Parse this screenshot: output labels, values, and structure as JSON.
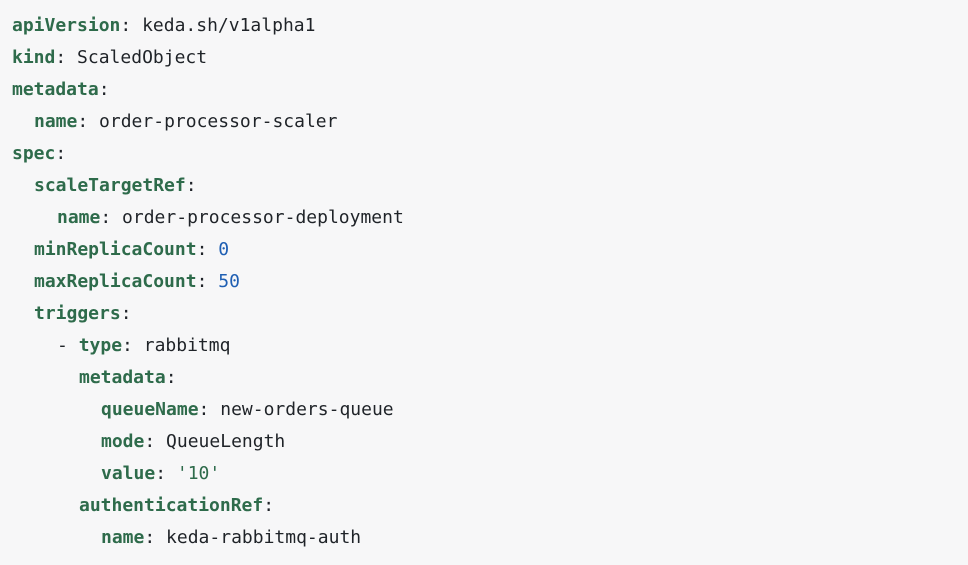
{
  "lines": [
    {
      "key": "apiVersion",
      "value": "keda.sh/v1alpha1"
    },
    {
      "key": "kind",
      "value": "ScaledObject"
    },
    {
      "key": "metadata",
      "value": ""
    },
    {
      "key": "name",
      "value": "order-processor-scaler"
    },
    {
      "key": "spec",
      "value": ""
    },
    {
      "key": "scaleTargetRef",
      "value": ""
    },
    {
      "key": "name",
      "value": "order-processor-deployment"
    },
    {
      "key": "minReplicaCount",
      "value": "0"
    },
    {
      "key": "maxReplicaCount",
      "value": "50"
    },
    {
      "key": "triggers",
      "value": ""
    },
    {
      "dash": "- ",
      "key": "type",
      "value": "rabbitmq"
    },
    {
      "key": "metadata",
      "value": ""
    },
    {
      "key": "queueName",
      "value": "new-orders-queue"
    },
    {
      "key": "mode",
      "value": "QueueLength"
    },
    {
      "key": "value",
      "value": "'10'"
    },
    {
      "key": "authenticationRef",
      "value": ""
    },
    {
      "key": "name",
      "value": "keda-rabbitmq-auth"
    }
  ],
  "colors": {
    "background": "#f7f7f8",
    "key": "#2e6b4b",
    "text": "#1f2328",
    "number": "#1f5fb3",
    "quoted_string": "#2e6b4b"
  }
}
